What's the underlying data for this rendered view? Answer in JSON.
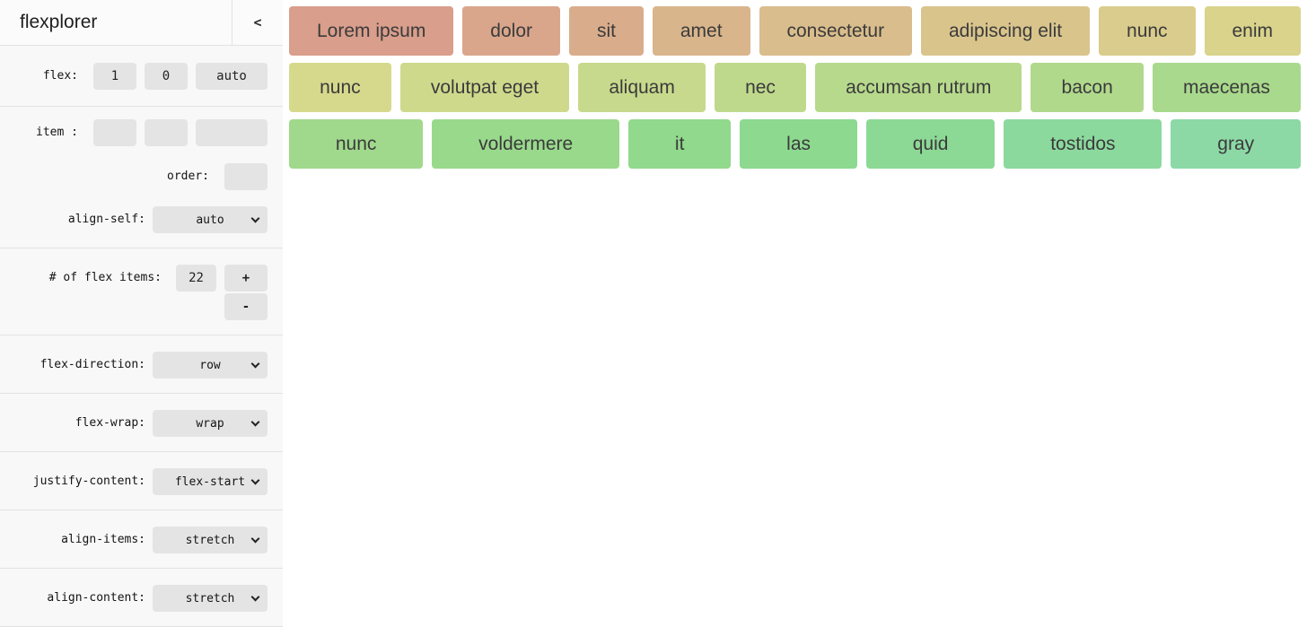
{
  "sidebar": {
    "title": "flexplorer",
    "collapse_label": "<",
    "flex": {
      "label": "flex:",
      "grow": "1",
      "shrink": "0",
      "basis": "auto"
    },
    "item": {
      "label": "item :",
      "grow": "",
      "shrink": "",
      "basis": ""
    },
    "order": {
      "label": "order:",
      "value": ""
    },
    "align_self": {
      "label": "align-self:",
      "value": "auto"
    },
    "count": {
      "label": "# of flex items:",
      "value": "22",
      "plus": "+",
      "minus": "-"
    },
    "flex_direction": {
      "label": "flex-direction:",
      "value": "row"
    },
    "flex_wrap": {
      "label": "flex-wrap:",
      "value": "wrap"
    },
    "justify_content": {
      "label": "justify-content:",
      "value": "flex-start"
    },
    "align_items": {
      "label": "align-items:",
      "value": "stretch"
    },
    "align_content": {
      "label": "align-content:",
      "value": "stretch"
    }
  },
  "main": {
    "text_color": "#3b3b3b",
    "rows": [
      {
        "items": [
          {
            "label": "Lorem ipsum",
            "color": "#d99e8c"
          },
          {
            "label": "dolor",
            "color": "#d9a68c"
          },
          {
            "label": "sit",
            "color": "#d9ad8c"
          },
          {
            "label": "amet",
            "color": "#d9b58c"
          },
          {
            "label": "consectetur",
            "color": "#d9bd8c"
          },
          {
            "label": "adipiscing elit",
            "color": "#d9c48c"
          },
          {
            "label": "nunc",
            "color": "#d9cc8c"
          },
          {
            "label": "enim",
            "color": "#d9d38c"
          }
        ]
      },
      {
        "items": [
          {
            "label": "nunc",
            "color": "#d6d98c"
          },
          {
            "label": "volutpat eget",
            "color": "#ced98c"
          },
          {
            "label": "aliquam",
            "color": "#c7d98c"
          },
          {
            "label": "nec",
            "color": "#bfd98c"
          },
          {
            "label": "accumsan rutrum",
            "color": "#b7d98c"
          },
          {
            "label": "bacon",
            "color": "#b0d98c"
          },
          {
            "label": "maecenas",
            "color": "#a8d98c"
          }
        ]
      },
      {
        "items": [
          {
            "label": "nunc",
            "color": "#a0d98c"
          },
          {
            "label": "voldermere",
            "color": "#99d98c"
          },
          {
            "label": "it",
            "color": "#91d98c"
          },
          {
            "label": "las",
            "color": "#8cd98f"
          },
          {
            "label": "quid",
            "color": "#8cd996"
          },
          {
            "label": "tostidos",
            "color": "#8cd99e"
          },
          {
            "label": "gray",
            "color": "#8cd9a6"
          }
        ]
      }
    ]
  }
}
